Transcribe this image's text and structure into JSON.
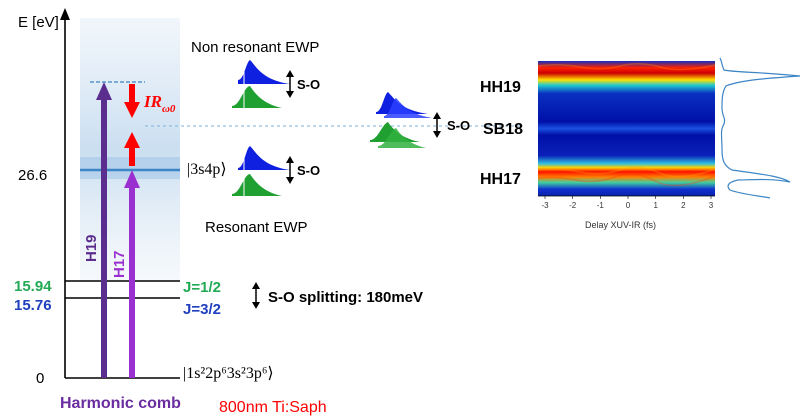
{
  "axis": {
    "energy_label": "E [eV]",
    "tick_zero": "0"
  },
  "levels": {
    "e_26_6": "26.6",
    "e_15_94": "15.94",
    "e_15_76": "15.76",
    "j_half": "J=1/2",
    "j_three_half": "J=3/2",
    "so_splitting": "S-O splitting: 180meV"
  },
  "states": {
    "excited": "|3s4p⟩",
    "ground": "|1s²2p⁶3s²3p⁶⟩"
  },
  "arrows": {
    "h19": "H19",
    "h17": "H17",
    "ir_main": "IR",
    "ir_sub": "ω0"
  },
  "ewp": {
    "non_resonant": "Non resonant EWP",
    "resonant": "Resonant EWP",
    "so_label": "S-O"
  },
  "footer": {
    "harmonic_comb": "Harmonic comb",
    "laser": "800nm Ti:Saph"
  },
  "heatmap": {
    "rows": {
      "hh19": "HH19",
      "sb18": "SB18",
      "hh17": "HH17"
    },
    "x_label": "Delay XUV-IR (fs)",
    "ticks": [
      "-3",
      "-2",
      "-1",
      "0",
      "1",
      "2",
      "3"
    ]
  },
  "colors": {
    "purple": "#5b2d8e",
    "violet": "#9b30d0",
    "red": "#ff0000",
    "green_text": "#22aa55",
    "blue_text": "#1f3fbf",
    "band_blue": "#bcd6ee",
    "line_blue": "#3d86c6"
  }
}
